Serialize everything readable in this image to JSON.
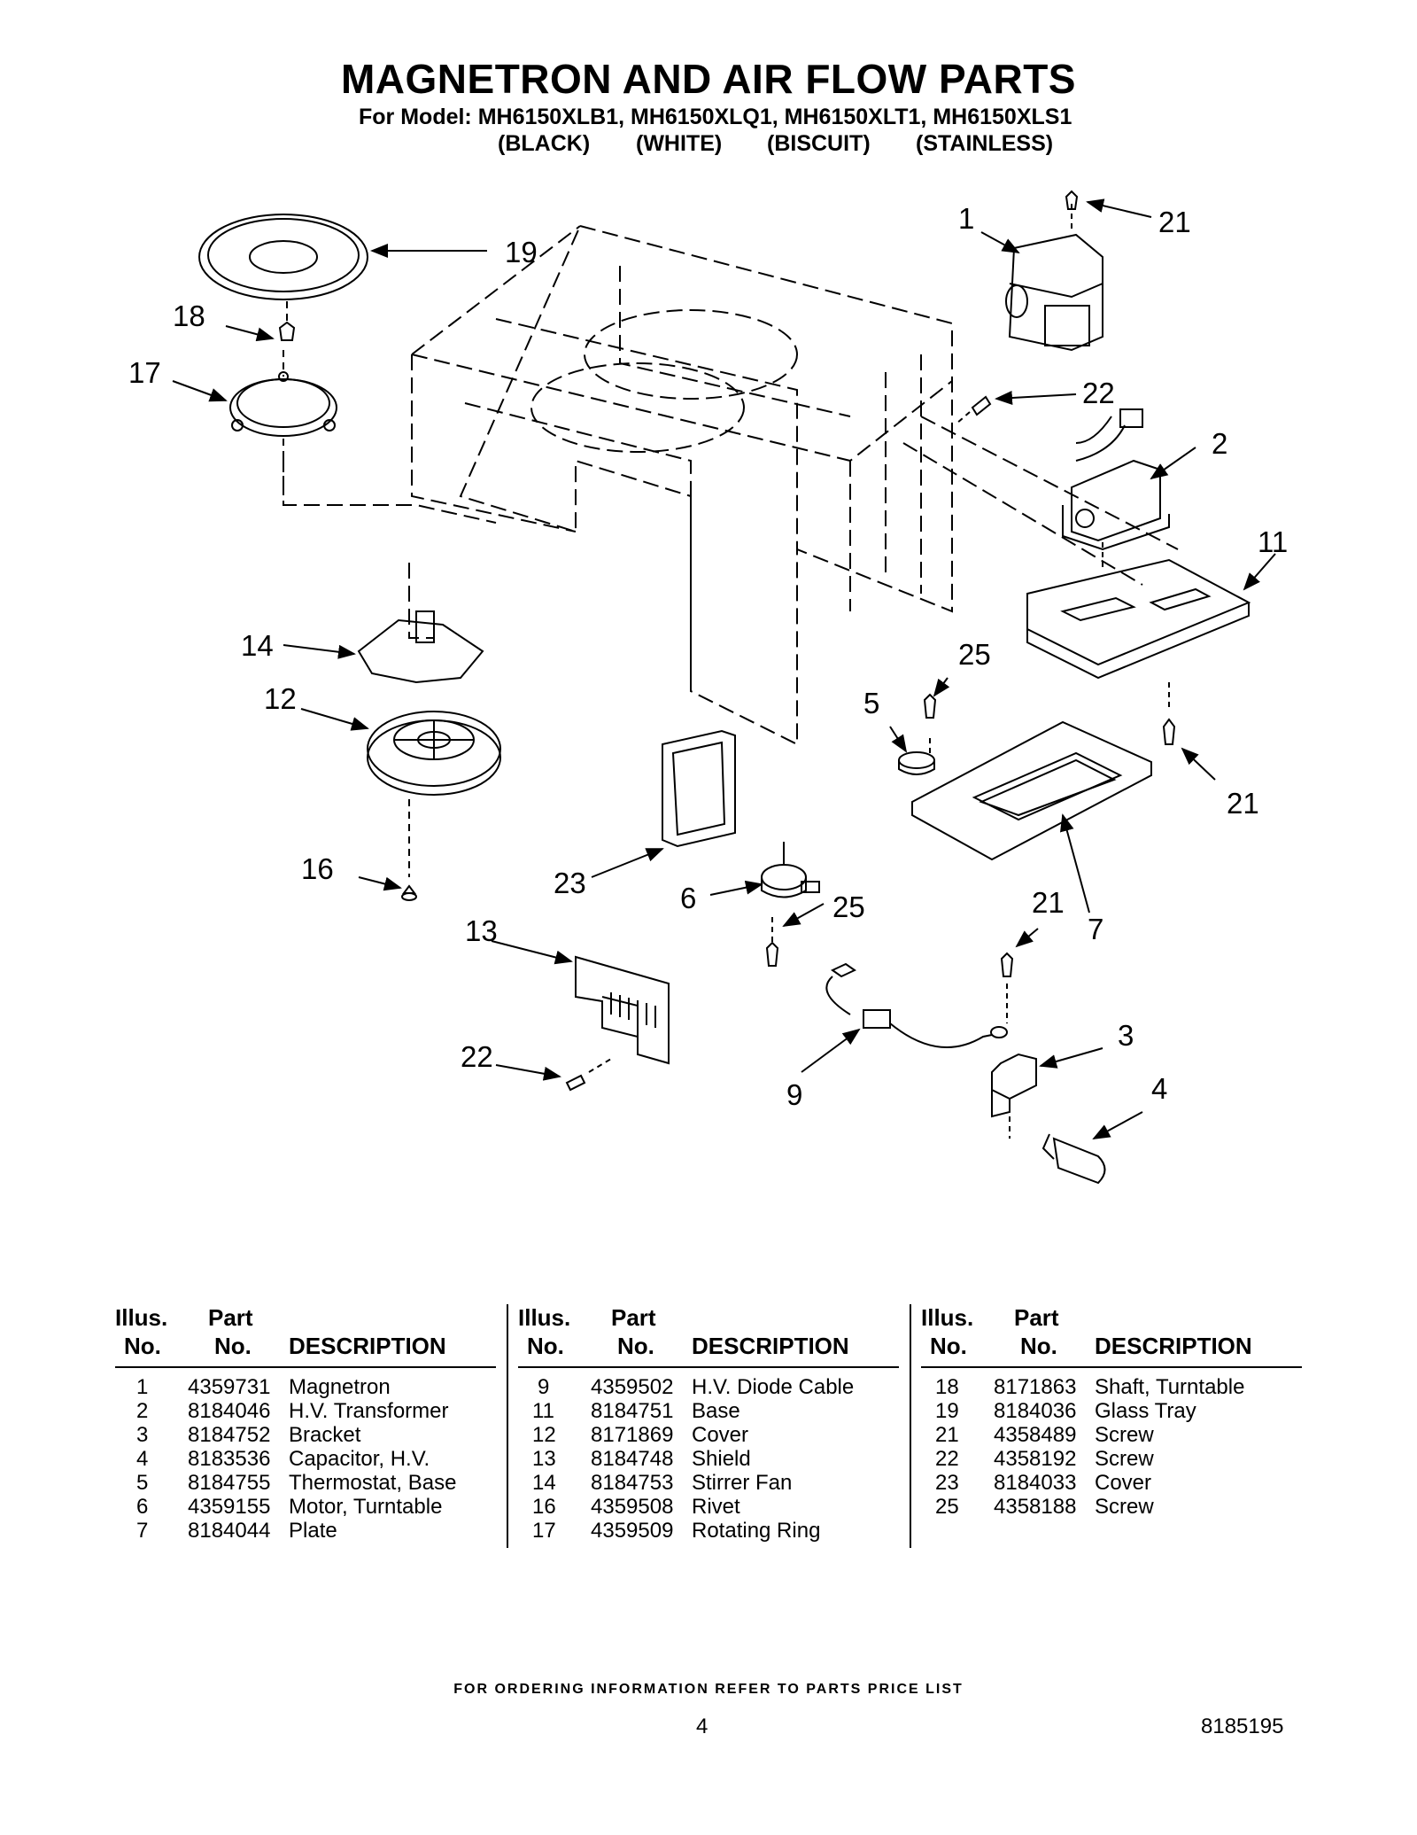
{
  "header": {
    "title": "MAGNETRON AND AIR FLOW PARTS",
    "models": "For Model: MH6150XLB1, MH6150XLQ1, MH6150XLT1, MH6150XLS1",
    "colors": [
      "(BLACK)",
      "(WHITE)",
      "(BISCUIT)",
      "(STAINLESS)"
    ]
  },
  "diagram": {
    "callouts": [
      "1",
      "21",
      "19",
      "18",
      "17",
      "22",
      "2",
      "11",
      "14",
      "25",
      "12",
      "5",
      "21",
      "16",
      "23",
      "6",
      "25",
      "21",
      "7",
      "13",
      "3",
      "22",
      "9",
      "4"
    ]
  },
  "table_header": {
    "illus_1": "Illus.",
    "illus_2": "No.",
    "part_1": "Part",
    "part_2": "No.",
    "description": "DESCRIPTION"
  },
  "parts": {
    "col1": [
      {
        "illus": "1",
        "part": "4359731",
        "desc": "Magnetron"
      },
      {
        "illus": "2",
        "part": "8184046",
        "desc": "H.V. Transformer"
      },
      {
        "illus": "3",
        "part": "8184752",
        "desc": "Bracket"
      },
      {
        "illus": "4",
        "part": "8183536",
        "desc": "Capacitor, H.V."
      },
      {
        "illus": "5",
        "part": "8184755",
        "desc": "Thermostat, Base"
      },
      {
        "illus": "6",
        "part": "4359155",
        "desc": "Motor, Turntable"
      },
      {
        "illus": "7",
        "part": "8184044",
        "desc": "Plate"
      }
    ],
    "col2": [
      {
        "illus": "9",
        "part": "4359502",
        "desc": "H.V. Diode Cable"
      },
      {
        "illus": "11",
        "part": "8184751",
        "desc": "Base"
      },
      {
        "illus": "12",
        "part": "8171869",
        "desc": "Cover"
      },
      {
        "illus": "13",
        "part": "8184748",
        "desc": "Shield"
      },
      {
        "illus": "14",
        "part": "8184753",
        "desc": "Stirrer Fan"
      },
      {
        "illus": "16",
        "part": "4359508",
        "desc": "Rivet"
      },
      {
        "illus": "17",
        "part": "4359509",
        "desc": "Rotating Ring"
      }
    ],
    "col3": [
      {
        "illus": "18",
        "part": "8171863",
        "desc": "Shaft, Turntable"
      },
      {
        "illus": "19",
        "part": "8184036",
        "desc": "Glass Tray"
      },
      {
        "illus": "21",
        "part": "4358489",
        "desc": "Screw"
      },
      {
        "illus": "22",
        "part": "4358192",
        "desc": "Screw"
      },
      {
        "illus": "23",
        "part": "8184033",
        "desc": "Cover"
      },
      {
        "illus": "25",
        "part": "4358188",
        "desc": "Screw"
      }
    ]
  },
  "footer": {
    "note": "FOR ORDERING INFORMATION REFER TO PARTS PRICE LIST",
    "page": "4",
    "doc_number": "8185195"
  }
}
